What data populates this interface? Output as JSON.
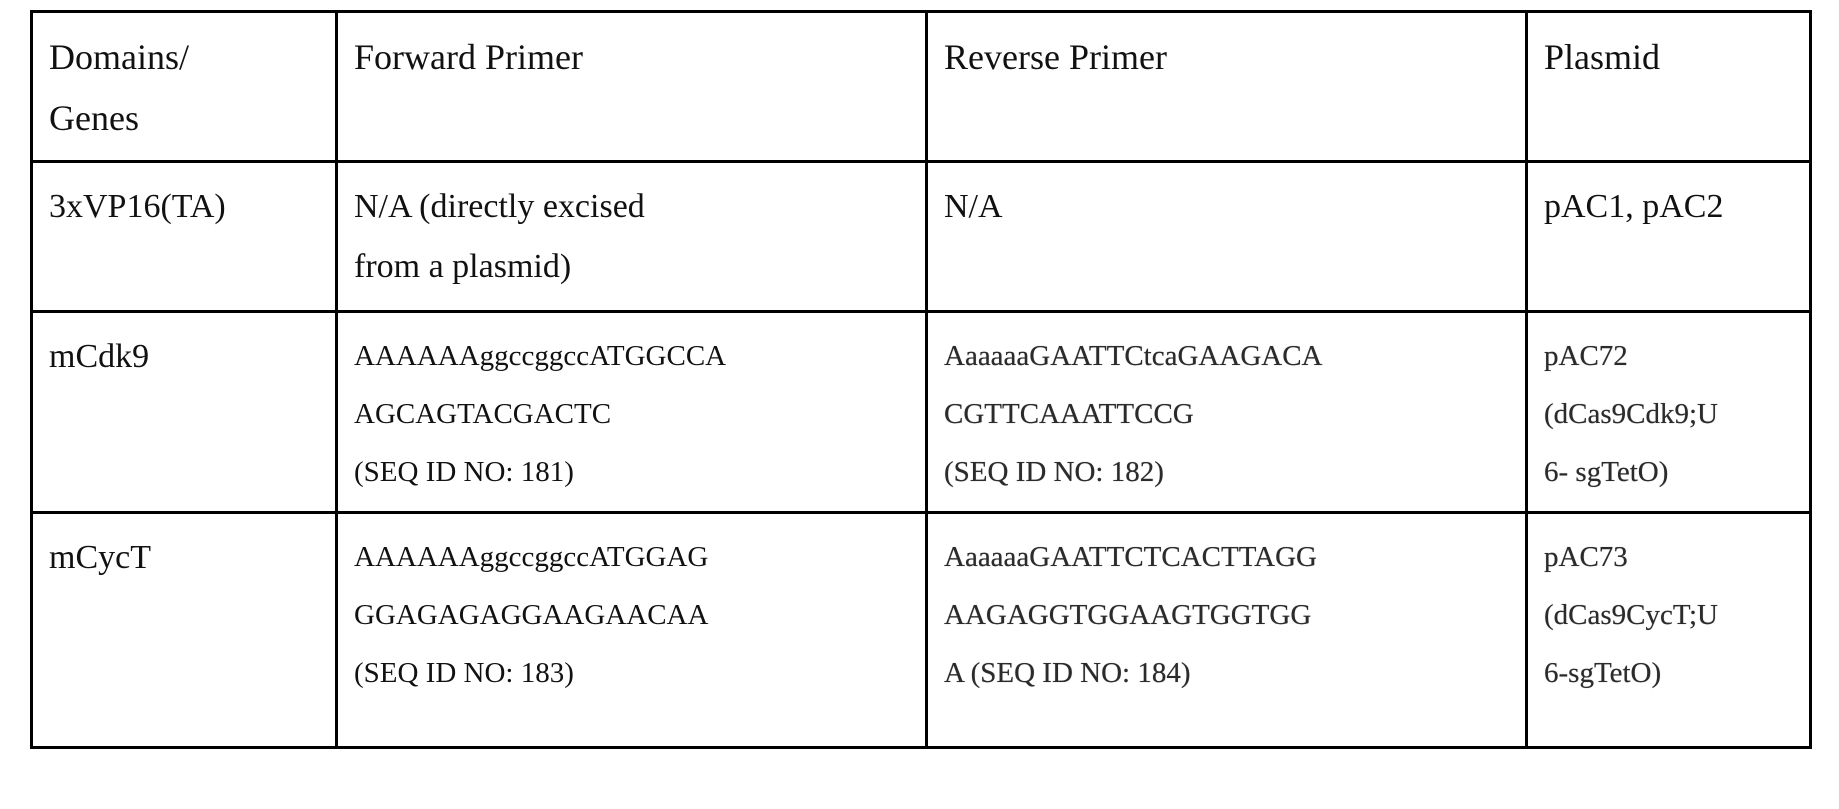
{
  "table": {
    "headers": {
      "domain": [
        "Domains/",
        "Genes"
      ],
      "forward": [
        "Forward Primer"
      ],
      "reverse": [
        "Reverse Primer"
      ],
      "plasmid": [
        "Plasmid"
      ]
    },
    "rows": [
      {
        "domain": [
          "3xVP16(TA)"
        ],
        "forward": [
          "N/A (directly excised",
          "from a plasmid)"
        ],
        "reverse": [
          "N/A"
        ],
        "plasmid": [
          "pAC1, pAC2"
        ]
      },
      {
        "domain": [
          "mCdk9"
        ],
        "forward": [
          "AAAAAAggccggccATGGCCA",
          "AGCAGTACGACTC",
          "(SEQ ID NO: 181)"
        ],
        "reverse": [
          "AaaaaaGAATTCtcaGAAGACA",
          "CGTTCAAATTCCG",
          "(SEQ ID NO: 182)"
        ],
        "plasmid": [
          "pAC72",
          "(dCas9Cdk9;U",
          "6- sgTetO)"
        ]
      },
      {
        "domain": [
          "mCycT"
        ],
        "forward": [
          "AAAAAAggccggccATGGAG",
          "GGAGAGAGGAAGAACAA",
          "(SEQ ID NO: 183)"
        ],
        "reverse": [
          "AaaaaaGAATTCTCACTTAGG",
          "AAGAGGTGGAAGTGGTGG",
          "A (SEQ ID NO: 184)"
        ],
        "plasmid": [
          "pAC73",
          "(dCas9CycT;U",
          "6-sgTetO)"
        ]
      }
    ]
  }
}
